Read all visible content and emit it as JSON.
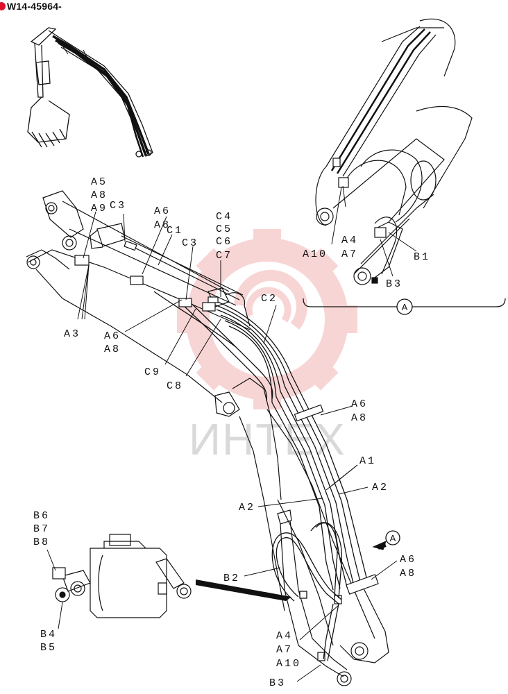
{
  "header": {
    "part_number": "W14-45964-"
  },
  "watermark": {
    "text": "ИНТЕХ",
    "color": "#f3b4b4"
  },
  "detail_marker": {
    "letter": "A"
  },
  "labels": {
    "a5": "A5",
    "a8_top": "A8",
    "a9": "A9",
    "c3_top": "C3",
    "a6_top": "A6",
    "a8_top2": "A8",
    "c1": "C1",
    "c3_mid": "C3",
    "c4": "C4",
    "c5": "C5",
    "c6": "C6",
    "c7": "C7",
    "c2": "C2",
    "a3": "A3",
    "a6_mid": "A6",
    "a8_mid": "A8",
    "c9": "C9",
    "c8": "C8",
    "a6_boom": "A6",
    "a8_boom": "A8",
    "a1": "A1",
    "a2_right": "A2",
    "a2_left": "A2",
    "a6_low": "A6",
    "a8_low": "A8",
    "b2": "B2",
    "a4_low": "A4",
    "a7_low": "A7",
    "a10_low": "A10",
    "b3_low": "B3",
    "b6": "B6",
    "b7": "B7",
    "b8": "B8",
    "b4": "B4",
    "b5": "B5",
    "a10_det": "A10",
    "a4_det": "A4",
    "a7_det": "A7",
    "b1": "B1",
    "b3_det": "B3"
  }
}
